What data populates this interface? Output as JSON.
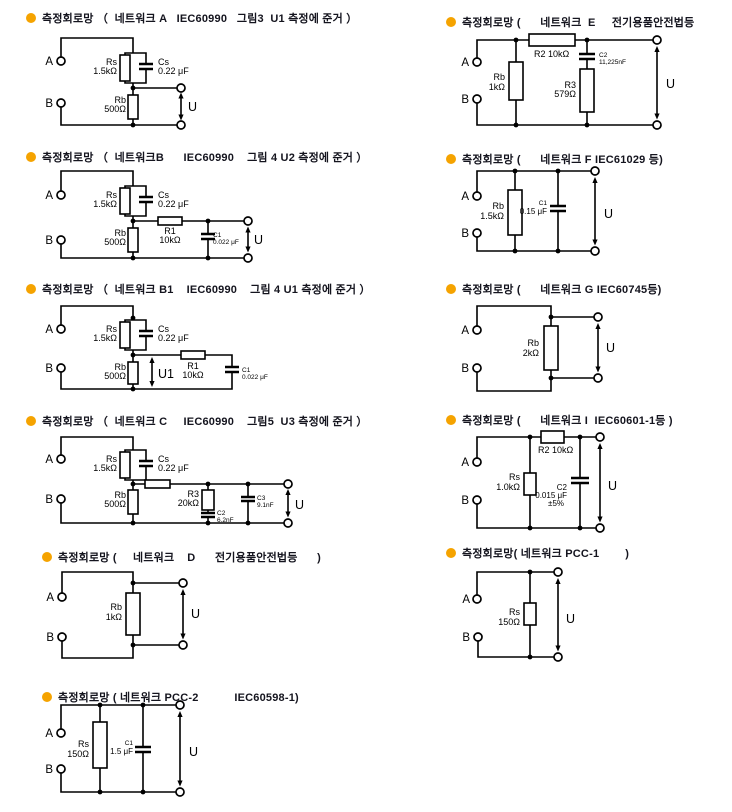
{
  "page": {
    "background": "#ffffff",
    "bullet_color": "#F5A300",
    "title_color": "#14141e"
  },
  "circuits": {
    "a": {
      "title": "측정회로망 （  네트워크 A   IEC60990   그림3  U1 측정에 준거 ）",
      "labels": {
        "a": "A",
        "b": "B",
        "u": "U",
        "rs": "Rs",
        "rs_v": "1.5kΩ",
        "cs": "Cs",
        "cs_v": "0.22 μF",
        "rb": "Rb",
        "rb_v": "500Ω"
      }
    },
    "b": {
      "title": "측정회로망 （  네트워크B      IEC60990    그림 4 U2 측정에 준거 ）",
      "labels": {
        "a": "A",
        "b": "B",
        "u": "U",
        "rs": "Rs",
        "rs_v": "1.5kΩ",
        "cs": "Cs",
        "cs_v": "0.22 μF",
        "rb": "Rb",
        "rb_v": "500Ω",
        "r1": "R1",
        "r1_v": "10kΩ",
        "c1": "C1",
        "c1_v": "0.022 μF"
      }
    },
    "b1": {
      "title": "측정회로망 （  네트워크 B1    IEC60990    그림 4 U1 측정에 준거 ）",
      "labels": {
        "a": "A",
        "b": "B",
        "u1": "U1",
        "rs": "Rs",
        "rs_v": "1.5kΩ",
        "cs": "Cs",
        "cs_v": "0.22 μF",
        "rb": "Rb",
        "rb_v": "500Ω",
        "r1": "R1",
        "r1_v": "10kΩ",
        "c1": "C1",
        "c1_v": "0.022 μF"
      }
    },
    "c": {
      "title": "측정회로망 （  네트워크 C     IEC60990    그림5  U3 측정에 준거 ）",
      "labels": {
        "a": "A",
        "b": "B",
        "u": "U",
        "rs": "Rs",
        "rs_v": "1.5kΩ",
        "cs": "Cs",
        "cs_v": "0.22 μF",
        "rb": "Rb",
        "rb_v": "500Ω",
        "r3": "R3",
        "r3_v": "20kΩ",
        "c2": "C2",
        "c2_v": "6.2nF",
        "c3": "C3",
        "c3_v": "9.1nF"
      }
    },
    "d": {
      "title": "측정회로망 (     네트워크    D      전기용품안전법등      )",
      "labels": {
        "a": "A",
        "b": "B",
        "u": "U",
        "rb": "Rb",
        "rb_v": "1kΩ"
      }
    },
    "pcc2": {
      "title": "측정회로망 ( 네트워크 PCC-2           IEC60598-1)",
      "labels": {
        "a": "A",
        "b": "B",
        "u": "U",
        "rs": "Rs",
        "rs_v": "150Ω",
        "c1": "C1",
        "c1_v": "1.5 μF"
      }
    },
    "e": {
      "title": "측정회로망 (      네트워크  E     전기용품안전법등",
      "labels": {
        "a": "A",
        "b": "B",
        "u": "U",
        "rb": "Rb",
        "rb_v": "1kΩ",
        "r2": "R2 10kΩ",
        "c2": "C2",
        "c2_v": "11,225nF",
        "r3": "R3",
        "r3_v": "579Ω"
      }
    },
    "f": {
      "title": "측정회로망 (      네트워크 F IEC61029 등)",
      "labels": {
        "a": "A",
        "b": "B",
        "u": "U",
        "rb": "Rb",
        "rb_v": "1.5kΩ",
        "c1": "C1",
        "c1_v": "0.15 μF"
      }
    },
    "g": {
      "title": "측정회로망 (      네트워크 G IEC60745등)",
      "labels": {
        "a": "A",
        "b": "B",
        "u": "U",
        "rb": "Rb",
        "rb_v": "2kΩ"
      }
    },
    "i": {
      "title": "측정회로망 (      네트워크 I  IEC60601-1등 )",
      "labels": {
        "a": "A",
        "b": "B",
        "u": "U",
        "rs": "Rs",
        "rs_v": "1.0kΩ",
        "r2": "R2 10kΩ",
        "c2": "C2",
        "c2_v": "0.015 μF",
        "c2_tol": "±5%"
      }
    },
    "pcc1": {
      "title": "측정회로망( 네트워크 PCC-1        )",
      "labels": {
        "a": "A",
        "b": "B",
        "u": "U",
        "rs": "Rs",
        "rs_v": "150Ω"
      }
    }
  }
}
